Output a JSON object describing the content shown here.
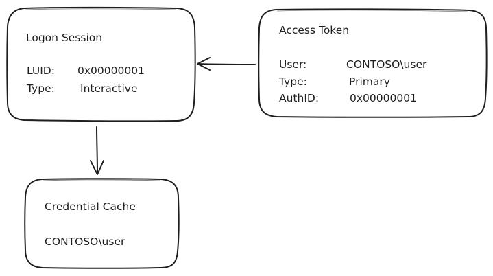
{
  "nodes": {
    "logon_session": {
      "title": "Logon Session",
      "fields": [
        {
          "key": "LUID:",
          "value": "0x00000001"
        },
        {
          "key": "Type:",
          "value": "Interactive"
        }
      ]
    },
    "access_token": {
      "title": "Access Token",
      "fields": [
        {
          "key": "User:",
          "value": "CONTOSO\\user"
        },
        {
          "key": "Type:",
          "value": "Primary"
        },
        {
          "key": "AuthID:",
          "value": "0x00000001"
        }
      ]
    },
    "credential_cache": {
      "title": "Credential Cache",
      "content": "CONTOSO\\user"
    }
  },
  "edges": [
    {
      "from": "access_token",
      "to": "logon_session"
    },
    {
      "from": "logon_session",
      "to": "credential_cache"
    }
  ],
  "colors": {
    "stroke": "#1e1e1e",
    "text": "#1e1e1e",
    "background": "#ffffff"
  }
}
